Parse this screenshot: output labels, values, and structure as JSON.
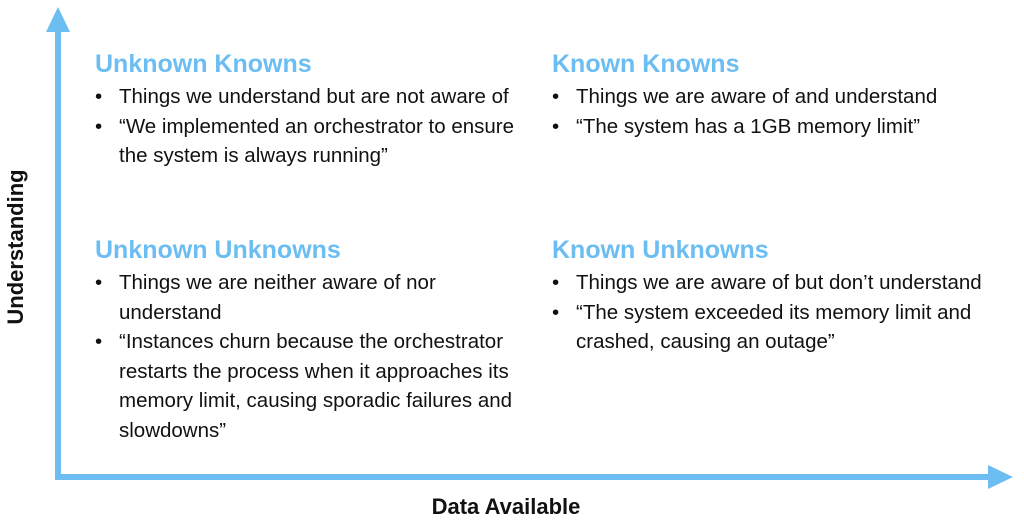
{
  "axes": {
    "y_label": "Understanding",
    "x_label": "Data Available",
    "color": "#6cbdf2"
  },
  "quadrants": {
    "top_left": {
      "title": "Unknown Knowns",
      "items": [
        "Things we understand but are not aware of",
        "“We implemented an orchestrator to ensure the system is always running”"
      ]
    },
    "top_right": {
      "title": "Known Knowns",
      "items": [
        "Things we are aware of and understand",
        "“The system has a 1GB memory limit”"
      ]
    },
    "bottom_left": {
      "title": "Unknown Unknowns",
      "items": [
        "Things we are neither aware of nor understand",
        "“Instances churn because the orchestrator restarts the process when it approaches its memory limit, causing sporadic failures and slowdowns”"
      ]
    },
    "bottom_right": {
      "title": "Known Unknowns",
      "items": [
        "Things we are aware of but don’t understand",
        "“The system exceeded its memory limit and crashed, causing an outage”"
      ]
    }
  },
  "bullet_glyph": "•",
  "title_color": "#6cbdf2"
}
